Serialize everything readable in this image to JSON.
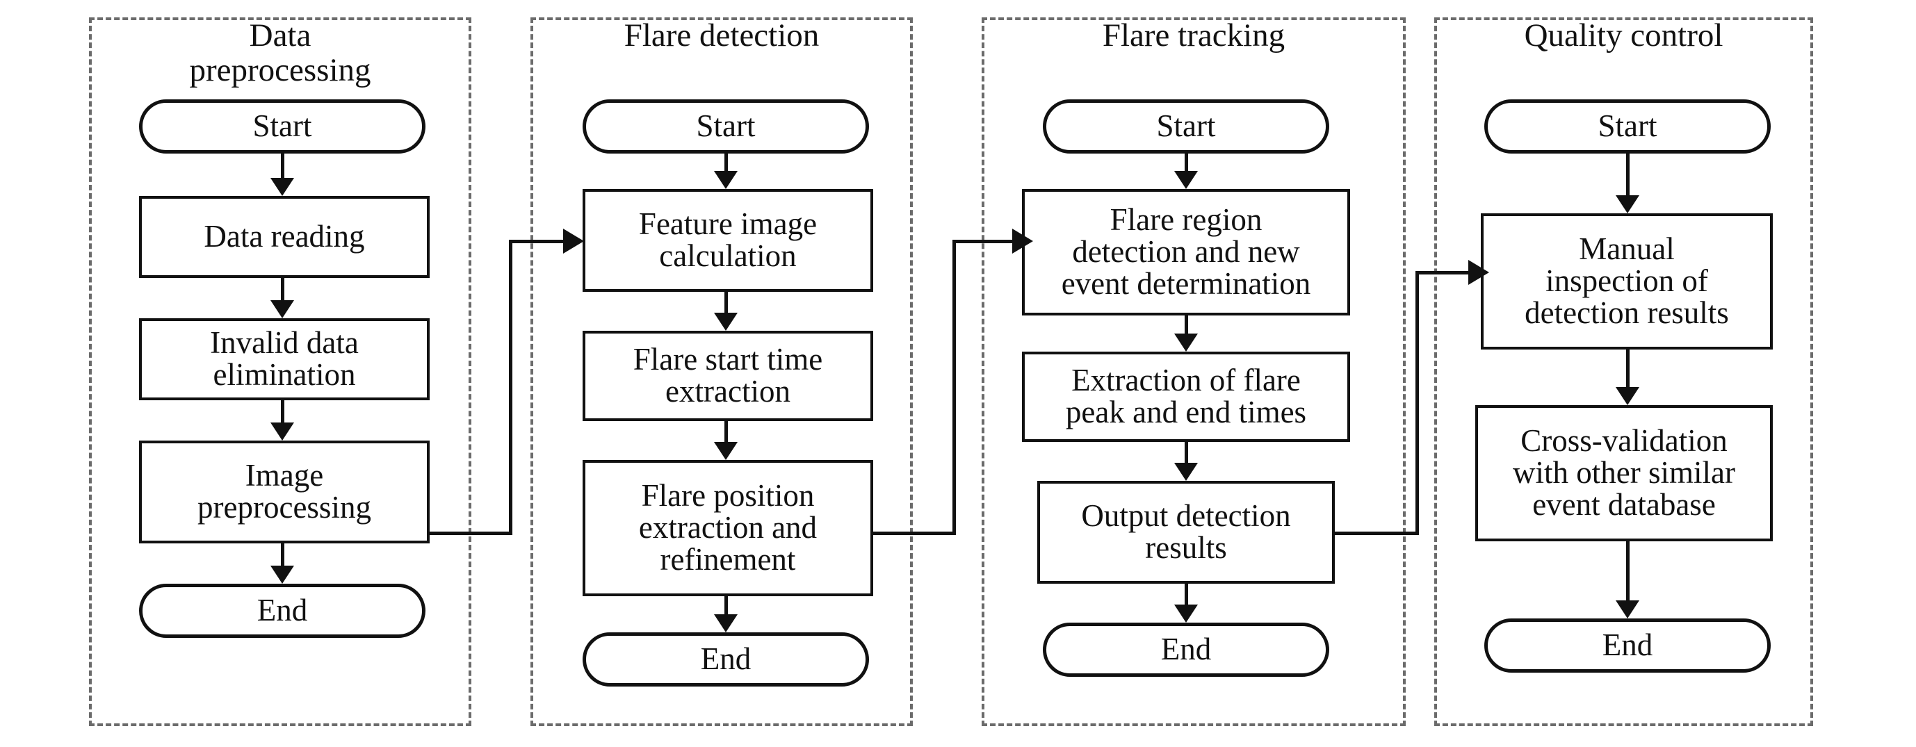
{
  "figure": {
    "type": "flowchart",
    "orientation": "left-to-right-stages",
    "stage_count": 4
  },
  "stages": [
    {
      "id": "data-preprocessing",
      "title": "Data\npreprocessing",
      "nodes": [
        {
          "id": "p1-start",
          "shape": "terminator",
          "label": "Start"
        },
        {
          "id": "p1-data-reading",
          "shape": "process",
          "label": "Data reading"
        },
        {
          "id": "p1-invalid-data",
          "shape": "process",
          "label": "Invalid data\nelimination"
        },
        {
          "id": "p1-image-preprocessing",
          "shape": "process",
          "label": "Image\npreprocessing"
        },
        {
          "id": "p1-end",
          "shape": "terminator",
          "label": "End"
        }
      ]
    },
    {
      "id": "flare-detection",
      "title": "Flare detection",
      "nodes": [
        {
          "id": "p2-start",
          "shape": "terminator",
          "label": "Start"
        },
        {
          "id": "p2-feature-image",
          "shape": "process",
          "label": "Feature image\ncalculation"
        },
        {
          "id": "p2-start-time",
          "shape": "process",
          "label": "Flare start time\nextraction"
        },
        {
          "id": "p2-position",
          "shape": "process",
          "label": "Flare position\nextraction and\nrefinement"
        },
        {
          "id": "p2-end",
          "shape": "terminator",
          "label": "End"
        }
      ]
    },
    {
      "id": "flare-tracking",
      "title": "Flare tracking",
      "nodes": [
        {
          "id": "p3-start",
          "shape": "terminator",
          "label": "Start"
        },
        {
          "id": "p3-region-detection",
          "shape": "process",
          "label": "Flare region\ndetection and new\nevent determination"
        },
        {
          "id": "p3-peak-end",
          "shape": "process",
          "label": "Extraction of flare\npeak and end times"
        },
        {
          "id": "p3-output",
          "shape": "process",
          "label": "Output detection\nresults"
        },
        {
          "id": "p3-end",
          "shape": "terminator",
          "label": "End"
        }
      ]
    },
    {
      "id": "quality-control",
      "title": "Quality control",
      "nodes": [
        {
          "id": "p4-start",
          "shape": "terminator",
          "label": "Start"
        },
        {
          "id": "p4-manual-inspection",
          "shape": "process",
          "label": "Manual\ninspection of\ndetection results"
        },
        {
          "id": "p4-cross-validation",
          "shape": "process",
          "label": "Cross-validation\nwith other similar\nevent database"
        },
        {
          "id": "p4-end",
          "shape": "terminator",
          "label": "End"
        }
      ]
    }
  ],
  "stage_links": [
    {
      "from": "p1-image-preprocessing",
      "to": "p2-feature-image"
    },
    {
      "from": "p2-position",
      "to": "p3-region-detection"
    },
    {
      "from": "p3-output",
      "to": "p4-manual-inspection"
    }
  ],
  "colors": {
    "stroke": "#111111",
    "panel_border": "#6b6b6b",
    "background": "#ffffff"
  }
}
